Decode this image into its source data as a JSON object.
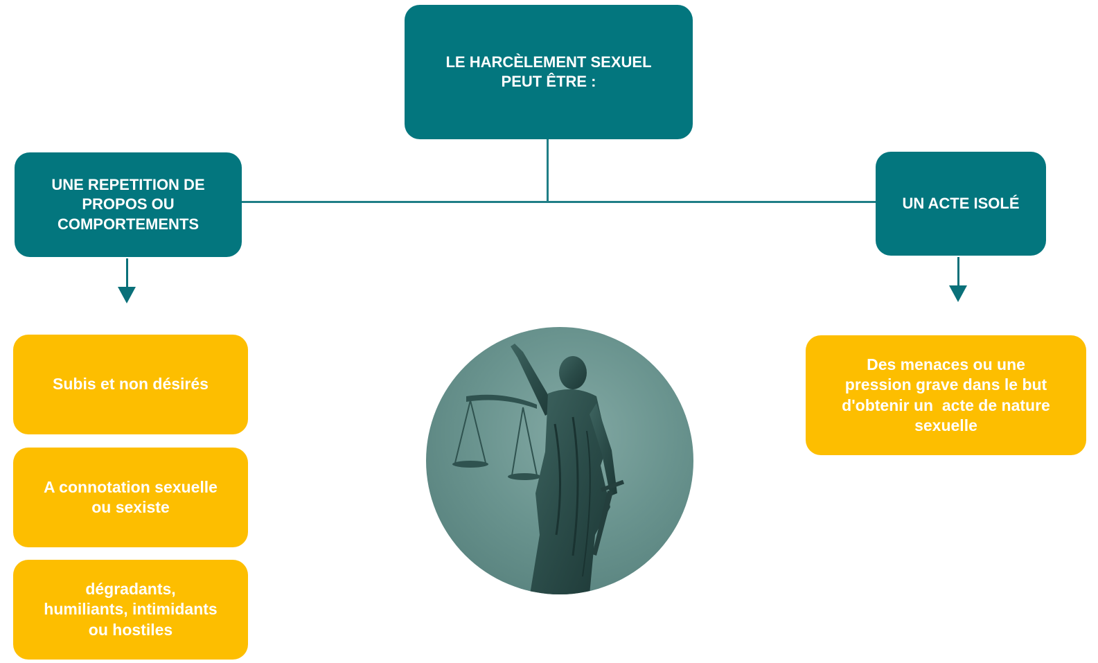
{
  "diagram": {
    "root": {
      "line1": "LE HARCÈLEMENT SEXUEL",
      "line2": "PEUT ÊTRE :"
    },
    "left_branch": {
      "line1": "UNE REPETITION DE",
      "line2": "PROPOS OU",
      "line3": "COMPORTEMENTS",
      "items": [
        {
          "line1": "Subis et non désirés"
        },
        {
          "line1": "A connotation sexuelle",
          "line2": "ou sexiste"
        },
        {
          "line1": "dégradants,",
          "line2": "humiliants, intimidants",
          "line3": "ou hostiles"
        }
      ]
    },
    "right_branch": {
      "line1": "UN ACTE ISOLÉ",
      "items": [
        {
          "line1": "Des menaces ou une",
          "line2": "pression grave dans le but",
          "line3": "d'obtenir un  acte de nature",
          "line4": "sexuelle"
        }
      ]
    },
    "image": {
      "subject": "lady-justice-statue"
    }
  },
  "colors": {
    "teal": "#03767e",
    "yellow": "#fdbe00",
    "connector": "#1f7e86",
    "text": "#ffffff"
  }
}
